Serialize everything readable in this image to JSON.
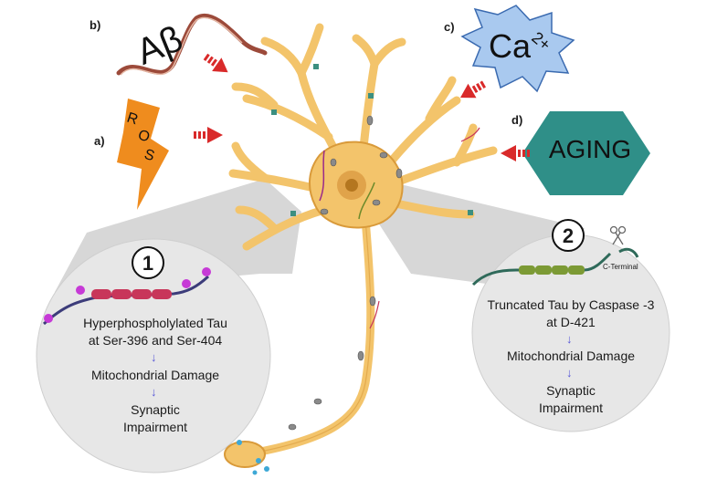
{
  "panels": {
    "a": {
      "label": "a)",
      "title": "ROS",
      "letters": [
        "R",
        "O",
        "S"
      ]
    },
    "b": {
      "label": "b)",
      "title": "Aβ"
    },
    "c": {
      "label": "c)",
      "title": "Ca",
      "superscript": "2+"
    },
    "d": {
      "label": "d)",
      "title": "AGING"
    }
  },
  "pathway1": {
    "number": "1",
    "line1": "Hyperphospholylated Tau",
    "line2": "at Ser-396 and Ser-404",
    "step2": "Mitochondrial Damage",
    "step3_line1": "Synaptic",
    "step3_line2": "Impairment"
  },
  "pathway2": {
    "number": "2",
    "terminal": "C-Terminal",
    "line1": "Truncated Tau by Caspase -3",
    "line2": "at D-421",
    "step2": "Mitochondrial Damage",
    "step3_line1": "Synaptic",
    "step3_line2": "Impairment"
  },
  "colors": {
    "neuron": "#f3c46b",
    "neuron_edge": "#d99a3a",
    "circle_bg": "#e7e7e7",
    "arrow_red": "#d92a2a",
    "ros_orange": "#ef8c1e",
    "ca_blue": "#a9c9ef",
    "aging_teal": "#2f8f88",
    "tau_red": "#c8365a",
    "tau_green": "#7c9a35",
    "phospho": "#c63ad6"
  }
}
